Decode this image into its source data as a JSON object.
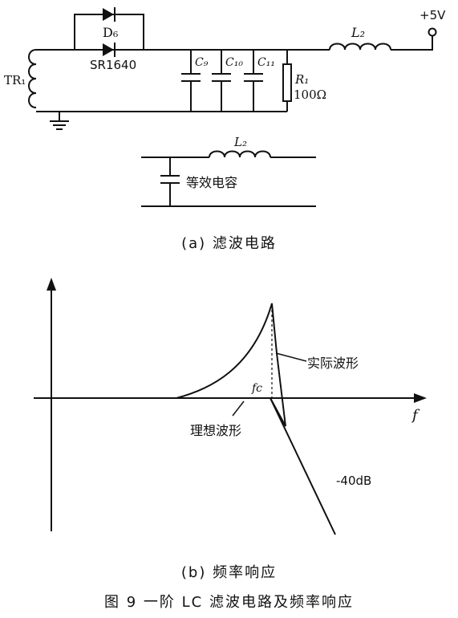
{
  "circuit_a": {
    "labels": {
      "diode": "D₆",
      "diode_part": "SR1640",
      "transformer": "TR₁",
      "cap1": "C₉",
      "cap2": "C₁₀",
      "cap3": "C₁₁",
      "resistor": "R₁",
      "resistor_value": "100Ω",
      "inductor": "L₂",
      "output": "+5V"
    },
    "equivalent": {
      "inductor": "L₂",
      "cap_label": "等效电容"
    },
    "caption": "(a)  滤波电路"
  },
  "response_b": {
    "labels": {
      "actual": "实际波形",
      "ideal": "理想波形",
      "fc": "fc",
      "f_axis": "f",
      "slope": "-40dB"
    },
    "caption": "(b)  频率响应"
  },
  "figure_caption": "图 9   一阶 LC 滤波电路及频率响应",
  "colors": {
    "ink": "#111111",
    "background": "#ffffff"
  }
}
